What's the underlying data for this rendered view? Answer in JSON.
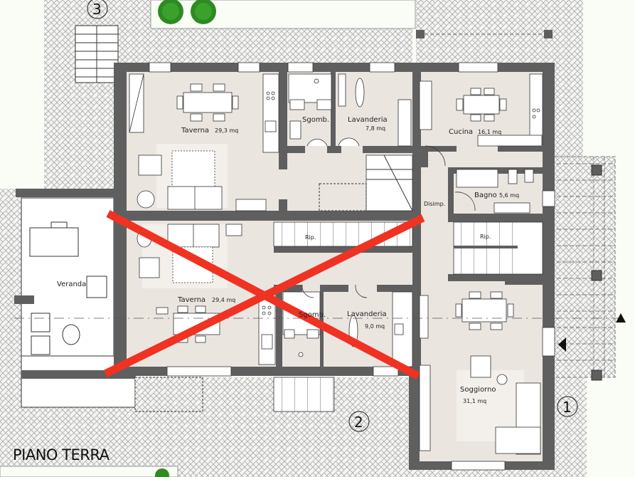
{
  "plan": {
    "title": "PIANO TERRA",
    "markers": [
      "1",
      "2",
      "3"
    ],
    "colors": {
      "background": "#fafcf6",
      "paving": "#f4f4f2",
      "paving_line": "#9a9a9a",
      "wall": "#5f5f5f",
      "floor": "#ebe5e0",
      "rug": "#f3efea",
      "furniture": "#ffffff",
      "line": "#333333",
      "cross": "#f03223",
      "tree": "#2e8a22"
    },
    "rooms": [
      {
        "id": "taverna-top",
        "name": "Taverna",
        "area": "29,3 mq"
      },
      {
        "id": "sgomb-top",
        "name": "Sgomb.",
        "area": ""
      },
      {
        "id": "lavanderia-top",
        "name": "Lavanderia",
        "area": "7,8 mq"
      },
      {
        "id": "cucina",
        "name": "Cucina",
        "area": "16,1 mq"
      },
      {
        "id": "bagno",
        "name": "Bagno",
        "area": "5,6 mq"
      },
      {
        "id": "disimp",
        "name": "Disimp.",
        "area": ""
      },
      {
        "id": "rip-center",
        "name": "Rip.",
        "area": ""
      },
      {
        "id": "rip-right",
        "name": "Rip.",
        "area": ""
      },
      {
        "id": "veranda",
        "name": "Veranda",
        "area": ""
      },
      {
        "id": "taverna-bottom",
        "name": "Taverna",
        "area": "29,4 mq"
      },
      {
        "id": "sgomb-bottom",
        "name": "Sgomb.",
        "area": ""
      },
      {
        "id": "lavanderia-bottom",
        "name": "Lavanderia",
        "area": "9,0 mq"
      },
      {
        "id": "soggiorno",
        "name": "Soggiorno",
        "area": "31,1 mq"
      }
    ],
    "crossed_out_unit": "taverna-bottom"
  }
}
